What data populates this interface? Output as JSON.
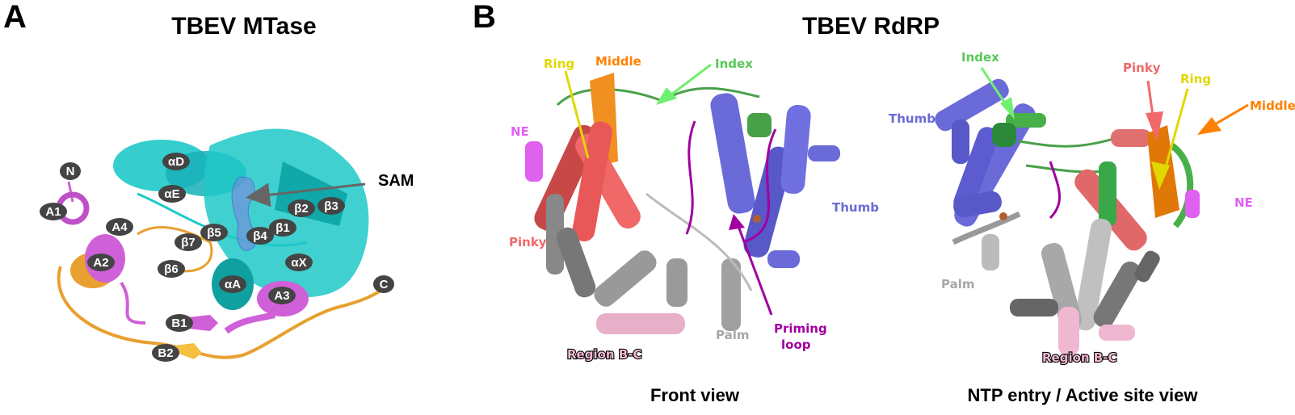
{
  "colors": {
    "helix_cyan": "#1fc8c8",
    "magenta": "#d060d8",
    "orange_loop": "#e8a030",
    "ring": "#e0d800",
    "middle": "#ff8000",
    "index": "#58c858",
    "ne": "#e060f0",
    "pinky": "#f06868",
    "thumb": "#6a6ad8",
    "palm": "#a8a8a8",
    "priming": "#a000a0",
    "region_bc": "#f0b8d0"
  },
  "panel_a": {
    "letter": "A",
    "title": "TBEV MTase",
    "ligand_label": "SAM",
    "labels": [
      "N",
      "A1",
      "A4",
      "A2",
      "β6",
      "β7",
      "β5",
      "αD",
      "αE",
      "β4",
      "β1",
      "β2",
      "β3",
      "αX",
      "αA",
      "A3",
      "B1",
      "B2",
      "C"
    ]
  },
  "panel_b": {
    "letter": "B",
    "title": "TBEV RdRP",
    "front": {
      "caption": "Front view",
      "ring": "Ring",
      "middle": "Middle",
      "index": "Index",
      "ne": "NE",
      "pinky": "Pinky",
      "thumb": "Thumb",
      "palm": "Palm",
      "priming_1": "Priming",
      "priming_2": "loop",
      "region_bc": "Region B-C"
    },
    "side": {
      "caption": "NTP entry / Active site view",
      "index": "Index",
      "thumb": "Thumb",
      "pinky": "Pinky",
      "ring": "Ring",
      "middle": "Middle",
      "ne": "NE",
      "palm": "Palm",
      "region_bc": "Region B-C"
    }
  }
}
